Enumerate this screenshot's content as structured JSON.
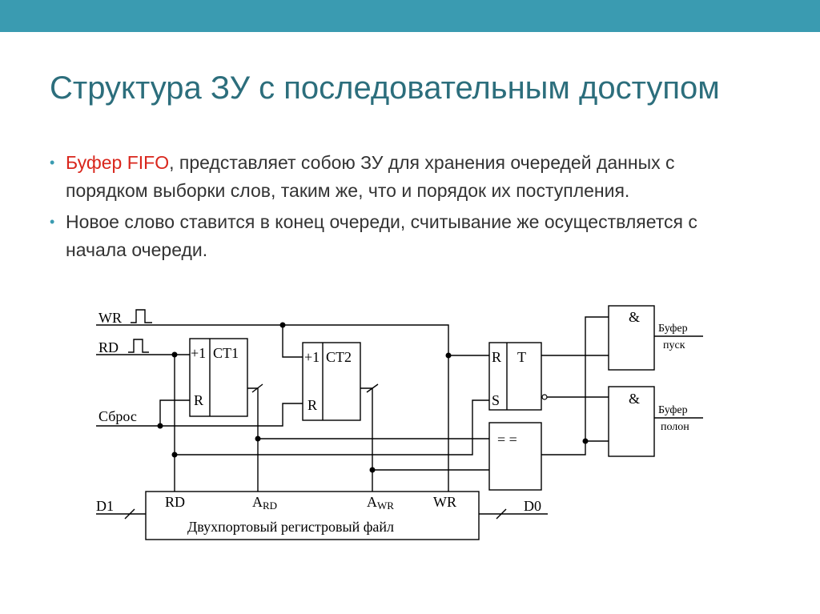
{
  "header": {
    "title": "Структура ЗУ с последовательным доступом"
  },
  "bullets": [
    {
      "highlight": "Буфер FIFO",
      "text": ", представляет собою ЗУ для хранения очередей данных с порядком выборки слов, таким  же, что и порядок их поступления."
    },
    {
      "highlight": "",
      "text": "Новое слово ставится в конец очереди, считывание же осуществляется с начала очереди."
    }
  ],
  "diagram": {
    "inputs": {
      "wr": "WR",
      "rd": "RD",
      "reset": "Сброс",
      "d1": "D1"
    },
    "counter1": {
      "inc": "+1",
      "name": "CT1",
      "reset": "R"
    },
    "counter2": {
      "inc": "+1",
      "name": "CT2",
      "reset": "R"
    },
    "rs_trigger": {
      "r": "R",
      "s": "S",
      "t": "T"
    },
    "comparator": {
      "label": "= ="
    },
    "gate1": {
      "label": "&",
      "output_line1": "Буфер",
      "output_line2": "пуск"
    },
    "gate2": {
      "label": "&",
      "output_line1": "Буфер",
      "output_line2": "полон"
    },
    "register_file": {
      "label": "Двухпортовый регистровый файл",
      "port_rd": "RD",
      "port_ard": "A",
      "port_ard_sub": "RD",
      "port_awr": "A",
      "port_awr_sub": "WR",
      "port_wr": "WR",
      "output": "D0"
    }
  }
}
